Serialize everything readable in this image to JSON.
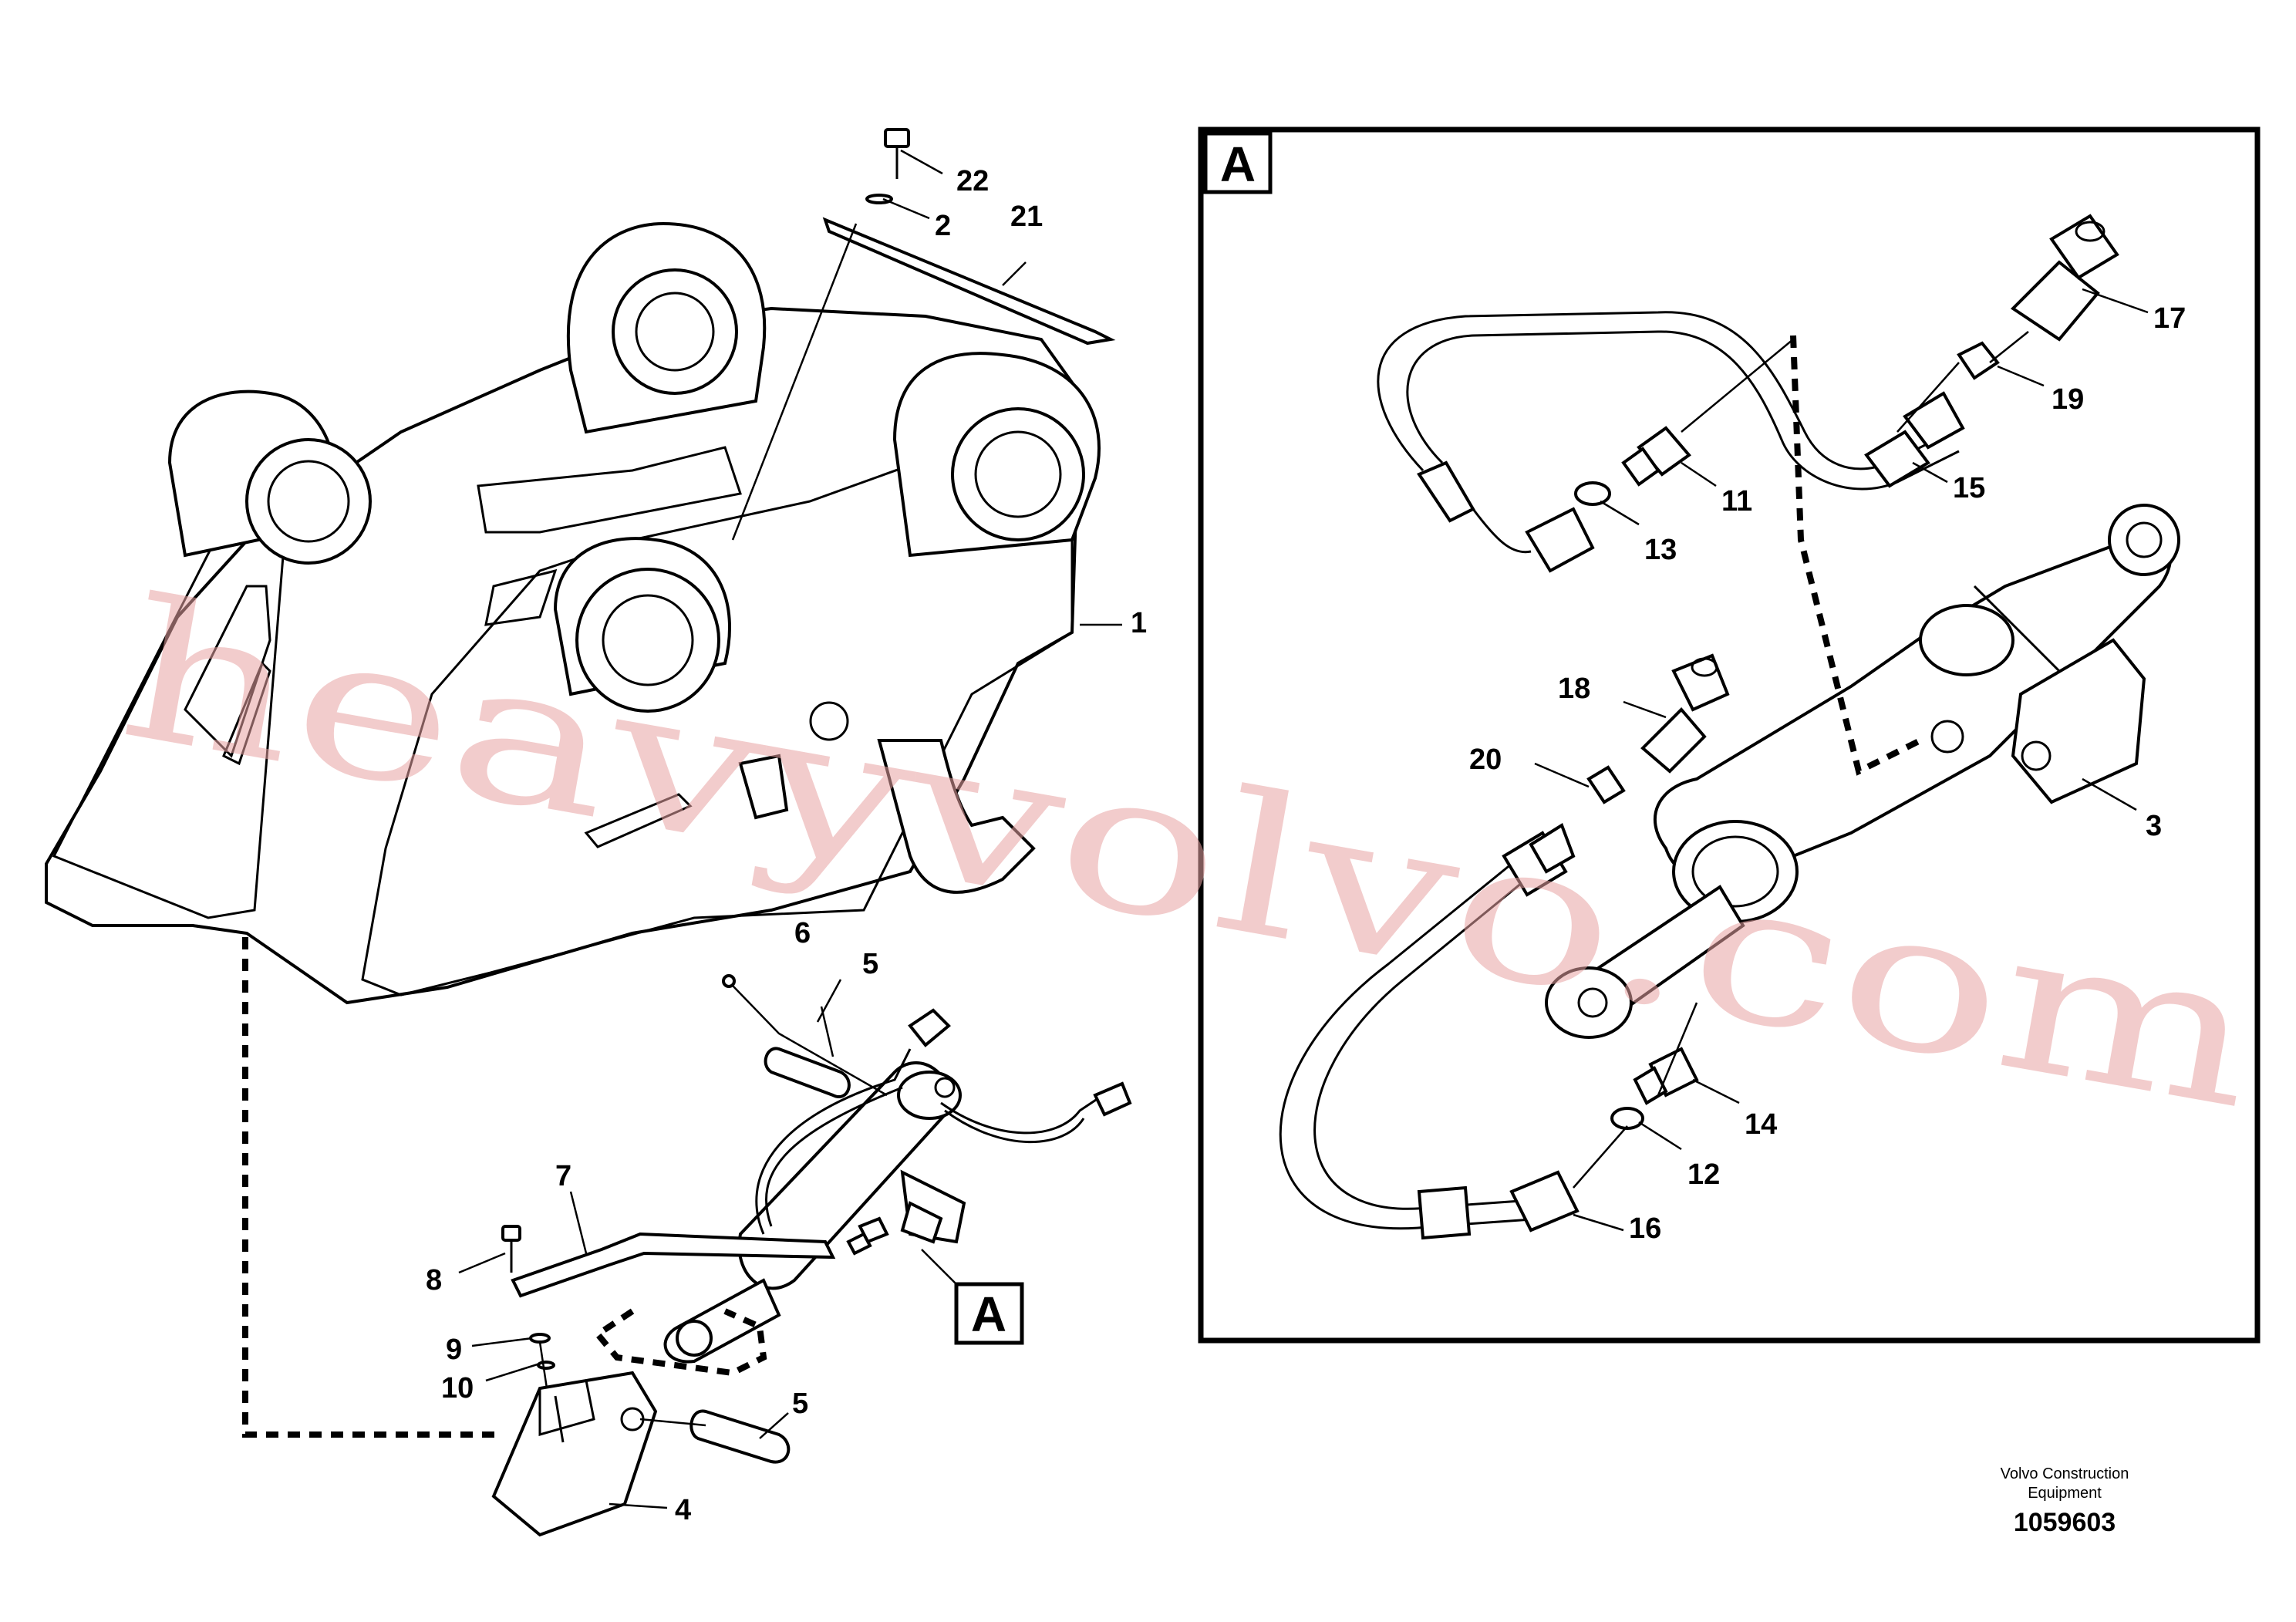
{
  "detail_tag": "A",
  "callouts": {
    "c1": "1",
    "c2": "2",
    "c3": "3",
    "c4": "4",
    "c5a": "5",
    "c5b": "5",
    "c6": "6",
    "c7": "7",
    "c8": "8",
    "c9": "9",
    "c10": "10",
    "c11": "11",
    "c12": "12",
    "c13": "13",
    "c14": "14",
    "c15": "15",
    "c16": "16",
    "c17": "17",
    "c18": "18",
    "c19": "19",
    "c20": "20",
    "c21": "21",
    "c22": "22"
  },
  "caption": {
    "line1": "Volvo Construction",
    "line2": "Equipment",
    "code": "1059603"
  },
  "watermark": "heavyvolvo.com"
}
